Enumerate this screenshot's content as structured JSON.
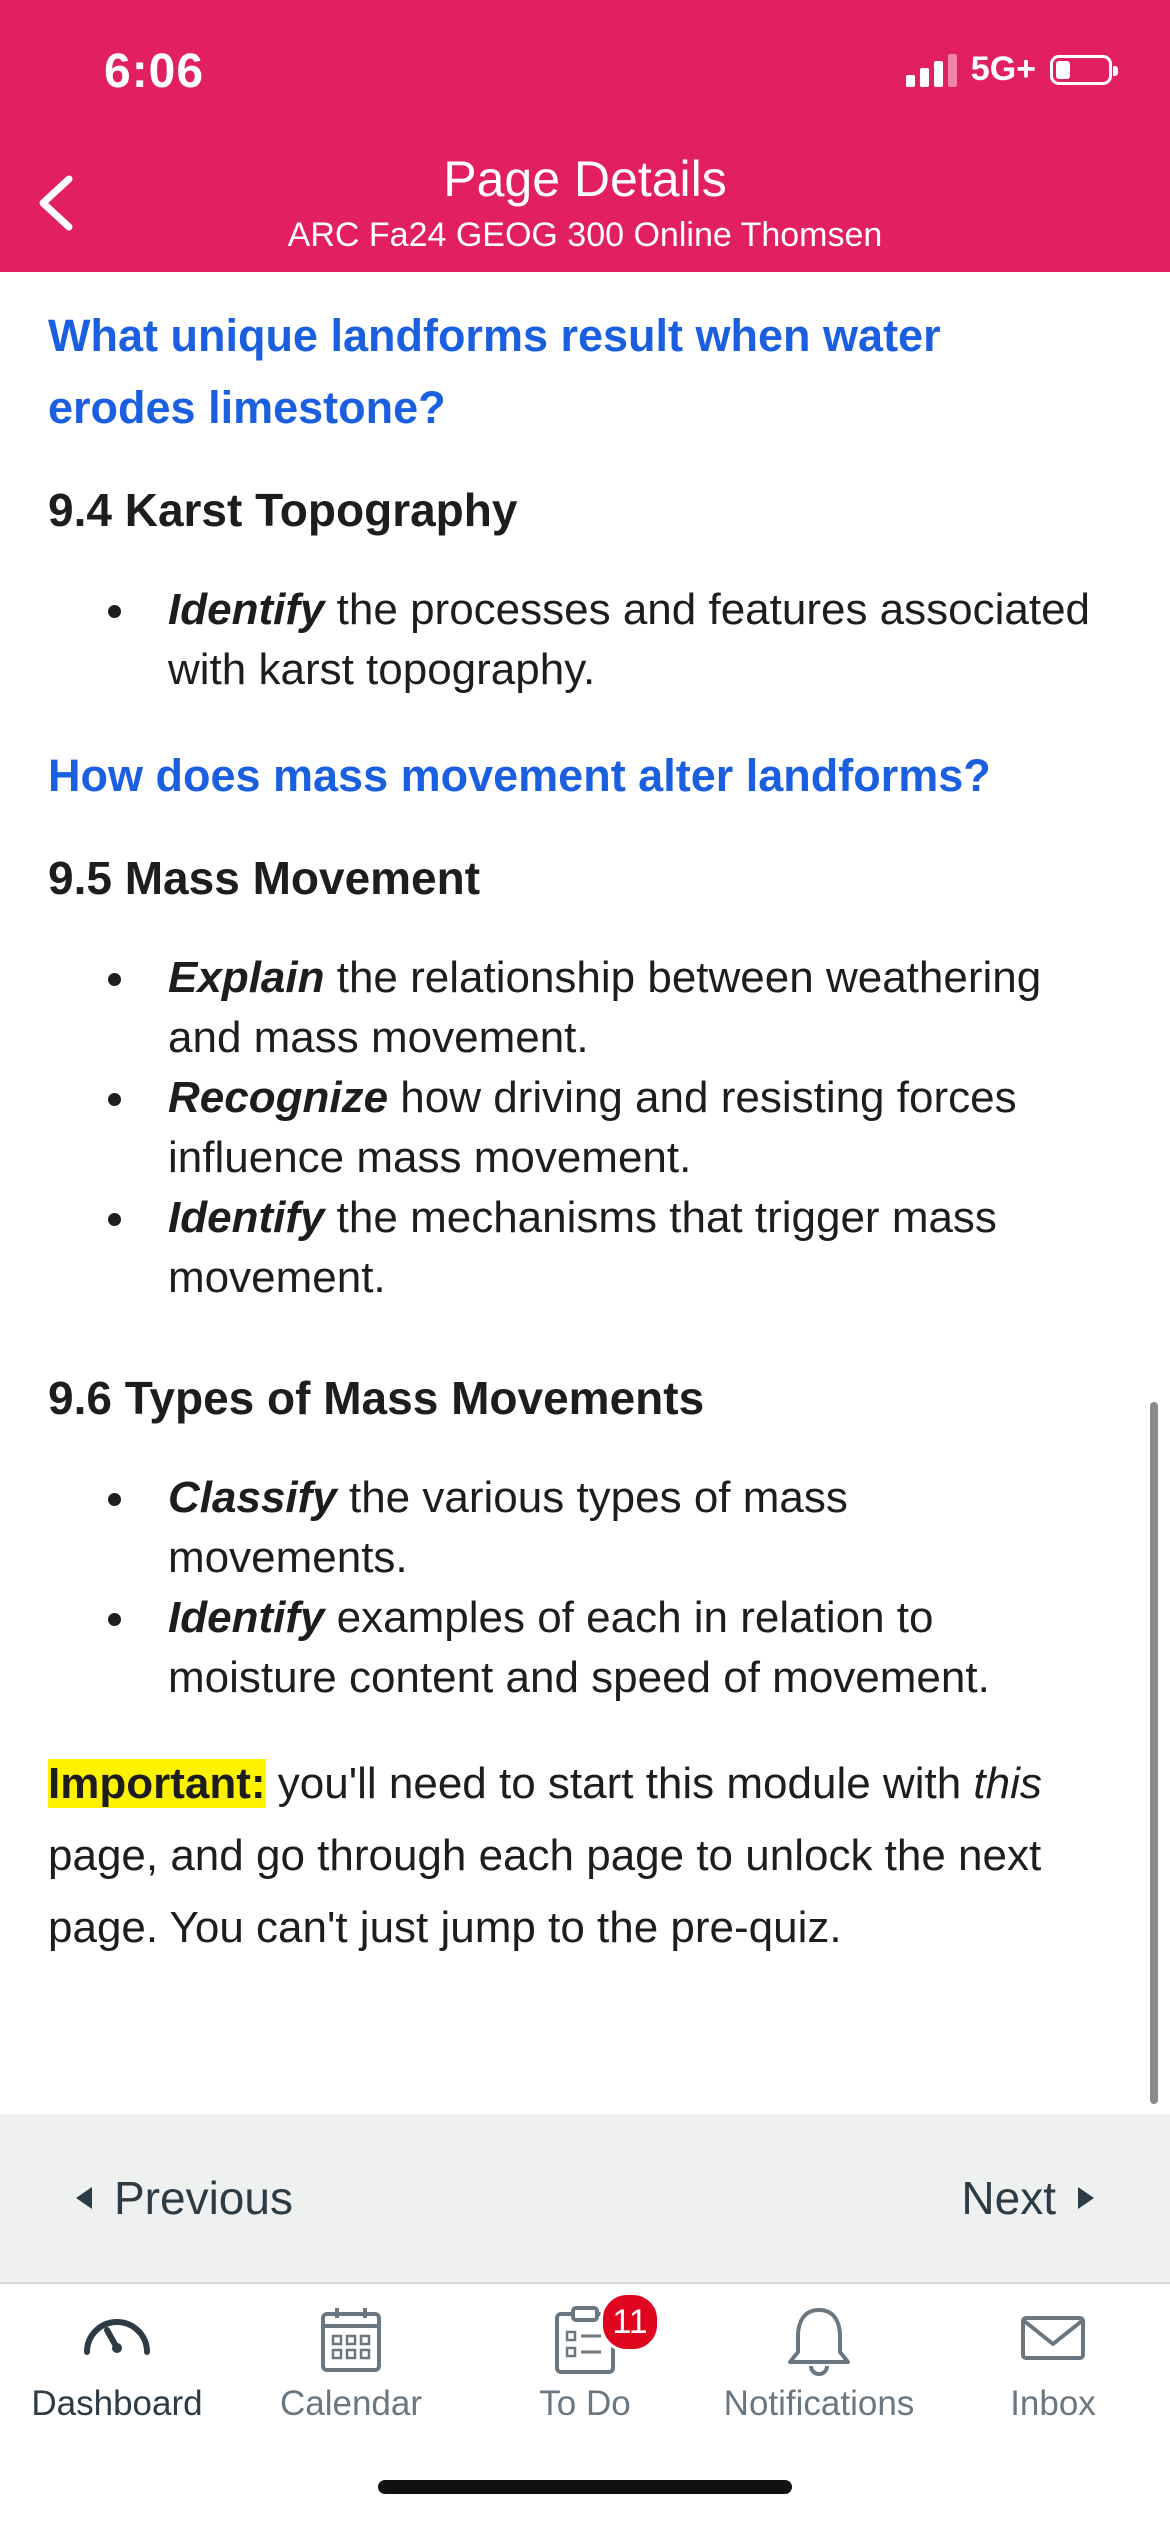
{
  "status_bar": {
    "time": "6:06",
    "network": "5G+"
  },
  "header": {
    "title": "Page Details",
    "subtitle": "ARC Fa24 GEOG 300 Online Thomsen"
  },
  "content": {
    "q1": "What unique landforms result when water erodes limestone?",
    "s1": {
      "title": "9.4 Karst Topography",
      "items": [
        {
          "verb": "Identify",
          "text": " the processes and features associated with karst topography."
        }
      ]
    },
    "q2": "How does mass movement alter landforms?",
    "s2": {
      "title": "9.5 Mass Movement",
      "items": [
        {
          "verb": "Explain",
          "text": " the relationship between weathering and mass movement."
        },
        {
          "verb": "Recognize",
          "text": " how driving and resisting forces influence mass movement."
        },
        {
          "verb": "Identify",
          "text": " the mechanisms that trigger mass movement."
        }
      ]
    },
    "s3": {
      "title": "9.6 Types of Mass Movements",
      "items": [
        {
          "verb": "Classify",
          "text": " the various types of mass movements."
        },
        {
          "verb": "Identify",
          "text": " examples of each in relation to moisture content and speed of movement."
        }
      ]
    },
    "important": {
      "label": "Important:",
      "text1": " you'll need to start this module with ",
      "emph": "this",
      "text2": " page, and go through each page to unlock the next page. You can't just jump to the pre-quiz."
    }
  },
  "pager": {
    "previous": "Previous",
    "next": "Next"
  },
  "tabs": {
    "dashboard": "Dashboard",
    "calendar": "Calendar",
    "todo": "To Do",
    "todo_badge": "11",
    "notifications": "Notifications",
    "inbox": "Inbox"
  },
  "colors": {
    "header_bg": "#e31f63",
    "question_blue": "#1a5fe0",
    "highlight": "#fff200",
    "badge_red": "#e0061f"
  }
}
